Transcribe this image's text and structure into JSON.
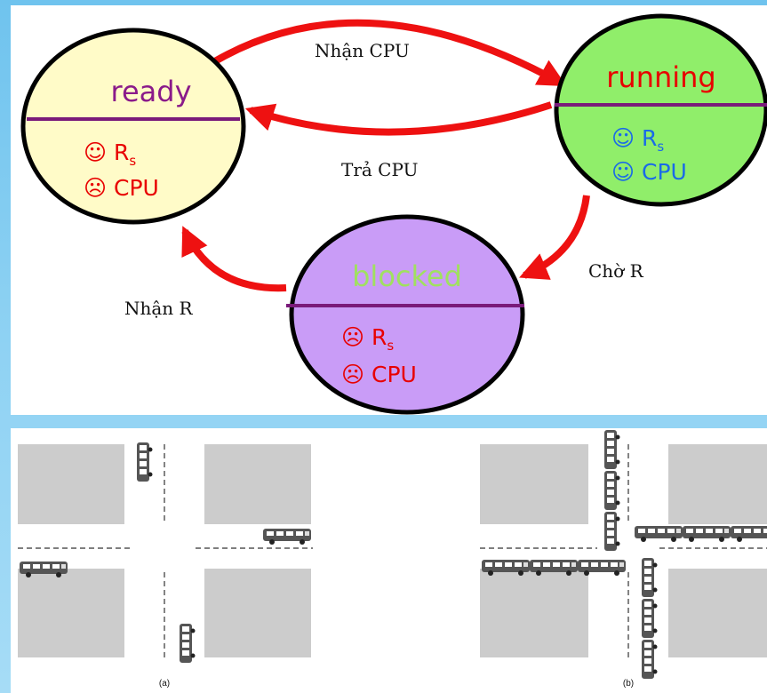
{
  "transitions": {
    "get_cpu": "Nhận CPU",
    "release_cpu": "Trả CPU",
    "wait_r": "Chờ R",
    "get_r": "Nhận R"
  },
  "states": {
    "ready": {
      "name": "ready",
      "line1": "☺ R",
      "line2": "☹ CPU",
      "sub": "s"
    },
    "running": {
      "name": "running",
      "line1": "☺ R",
      "line2": "☺ CPU",
      "sub": "s"
    },
    "blocked": {
      "name": "blocked",
      "line1": "☹ R",
      "line2": "☹ CPU",
      "sub": "s"
    }
  },
  "captions": {
    "a": "(a)",
    "b": "(b)"
  },
  "colors": {
    "arrow": "#ee1111",
    "ready_fill": "#fffbc8",
    "running_fill": "#90ee6a",
    "blocked_fill": "#c99cf7",
    "divider": "#7a1a7a",
    "block_gray": "#cccccc",
    "bus": "#555555"
  }
}
